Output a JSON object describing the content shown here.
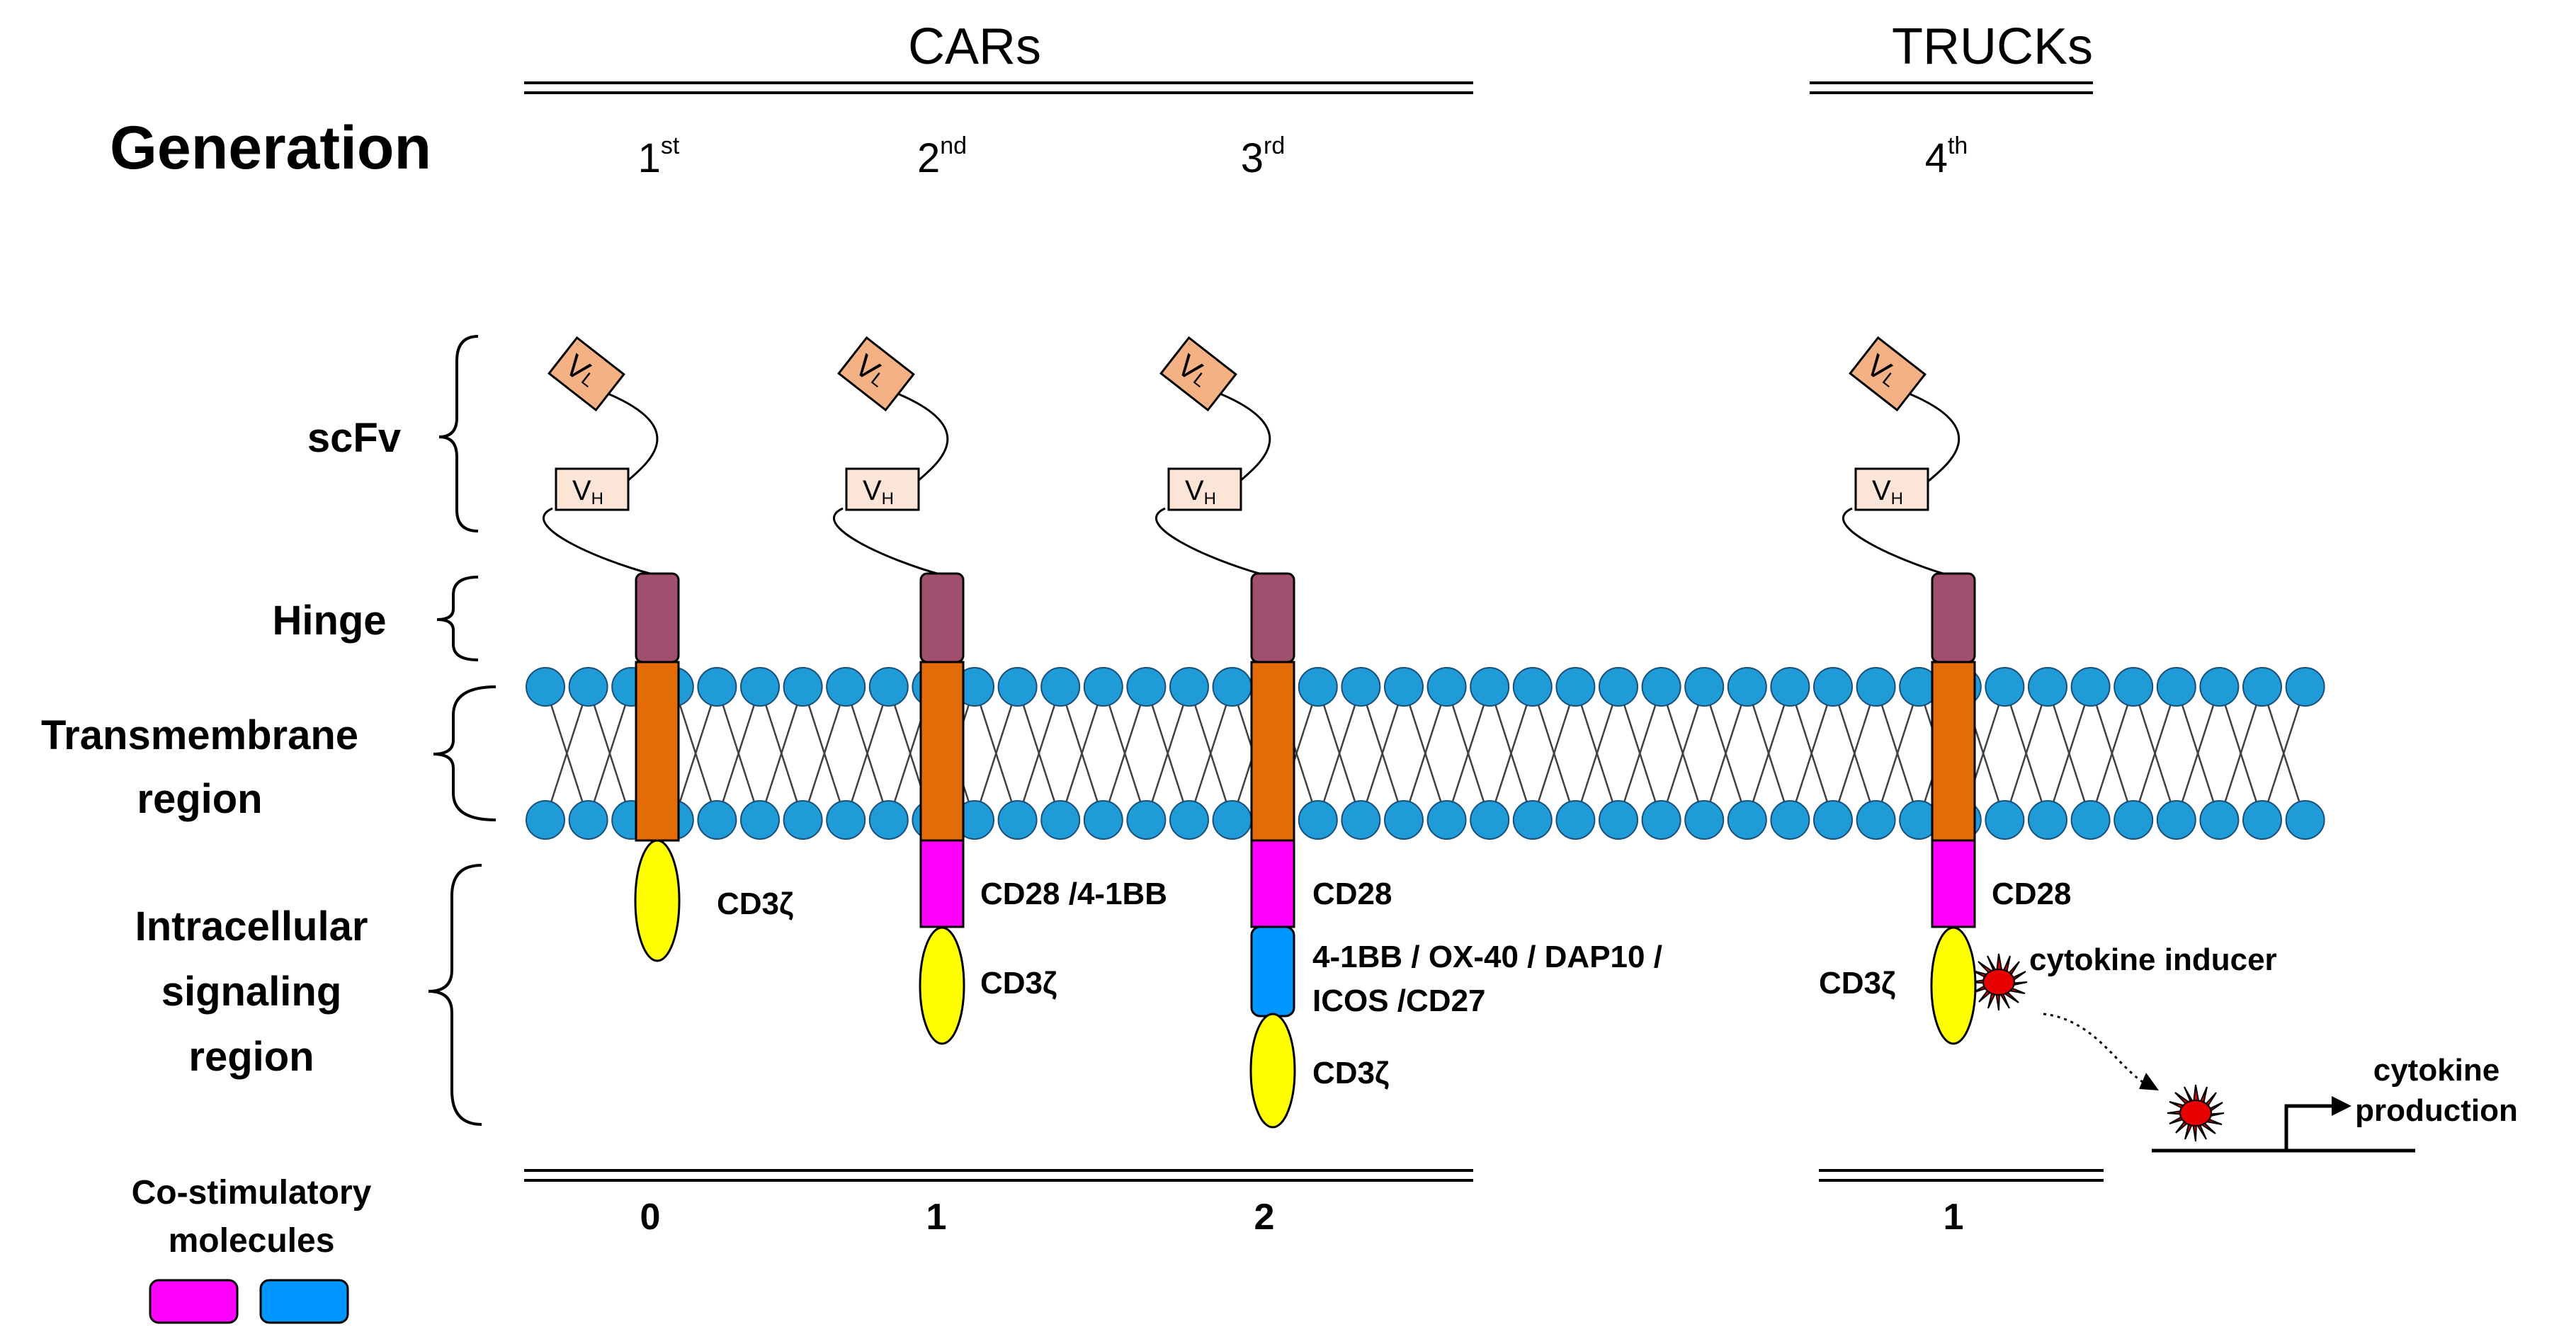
{
  "headings": {
    "cars": "CARs",
    "trucks": "TRUCKs",
    "generation": "Generation"
  },
  "generations": [
    {
      "base": "1",
      "sup": "st",
      "costim_count": "0"
    },
    {
      "base": "2",
      "sup": "nd",
      "costim_count": "1"
    },
    {
      "base": "3",
      "sup": "rd",
      "costim_count": "2"
    },
    {
      "base": "4",
      "sup": "th",
      "costim_count": "1"
    }
  ],
  "region_labels": {
    "scfv": "scFv",
    "hinge": "Hinge",
    "tm_line1": "Transmembrane",
    "tm_line2": "region",
    "ic_line1": "Intracellular",
    "ic_line2": "signaling",
    "ic_line3": "region"
  },
  "domains": {
    "vl": "V",
    "vl_sub": "L",
    "vh": "V",
    "vh_sub": "H"
  },
  "signal_labels": {
    "cd3z": "CD3ζ",
    "cd28_41bb": "CD28 /4-1BB",
    "cd28": "CD28",
    "third_line1": "4-1BB / OX-40 / DAP10 /",
    "third_line2": "ICOS /CD27",
    "cytokine_inducer": "cytokine inducer",
    "cytokine_line1": "cytokine",
    "cytokine_line2": "production"
  },
  "legend": {
    "line1": "Co-stimulatory",
    "line2": "molecules"
  },
  "colors": {
    "vl_fill": "#f4b183",
    "vh_fill": "#fbe5d6",
    "hinge": "#a0506e",
    "transmembrane": "#e36c09",
    "lipid_head": "#1f9bd7",
    "cd3z": "#ffff00",
    "costim_pink": "#ff00ff",
    "costim_blue": "#0096ff",
    "inducer": "#e60000"
  }
}
